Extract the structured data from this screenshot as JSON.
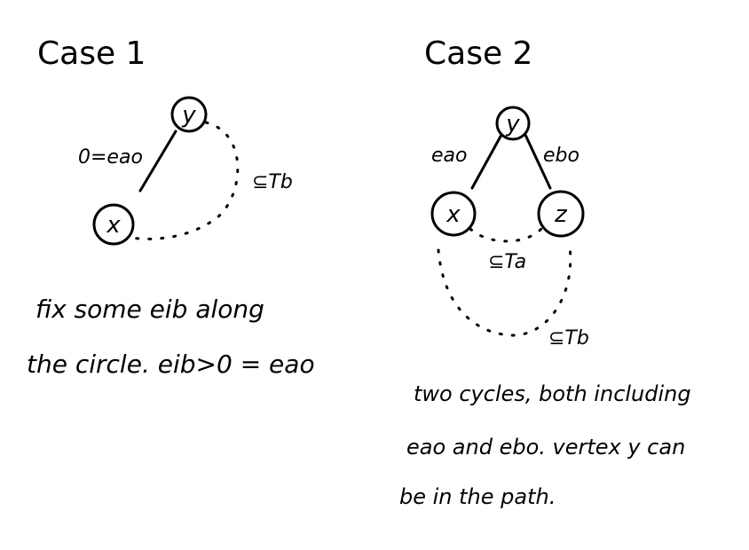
{
  "case1": {
    "title": "Case 1",
    "node_y": "y",
    "node_x": "x",
    "edge_label": "0=eao",
    "dotted_label": "⊆Tb",
    "note_line1": "fix some eib along",
    "note_line2": "the circle. eib>0 = eao"
  },
  "case2": {
    "title": "Case 2",
    "node_y": "y",
    "node_x": "x",
    "node_z": "z",
    "edge_left_label": "eao",
    "edge_right_label": "ebo",
    "inner_dotted_label": "⊆Ta",
    "outer_dotted_label": "⊆Tb",
    "note_line1": "two cycles, both including",
    "note_line2": "eao and ebo. vertex y can",
    "note_line3": "be in the path."
  }
}
